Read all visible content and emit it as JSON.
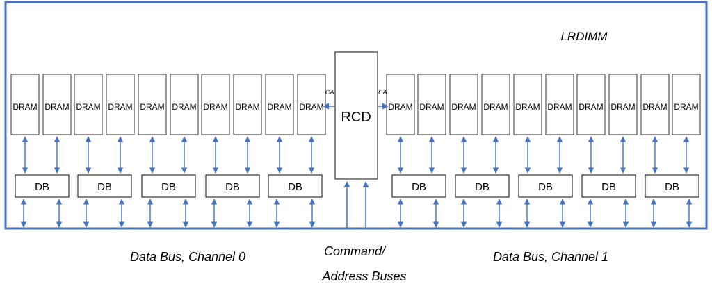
{
  "module": {
    "title": "LRDIMM",
    "dram_label": "DRAM",
    "db_label": "DB",
    "rcd_label": "RCD",
    "ca_label": "CA"
  },
  "labels": {
    "channel0": "Data Bus, Channel 0",
    "command_line1": "Command/",
    "command_line2": "Address Buses",
    "channel1": "Data Bus, Channel 1"
  },
  "colors": {
    "border": "#4472c4",
    "arrow": "#4472c4",
    "box_stroke": "#333333"
  }
}
